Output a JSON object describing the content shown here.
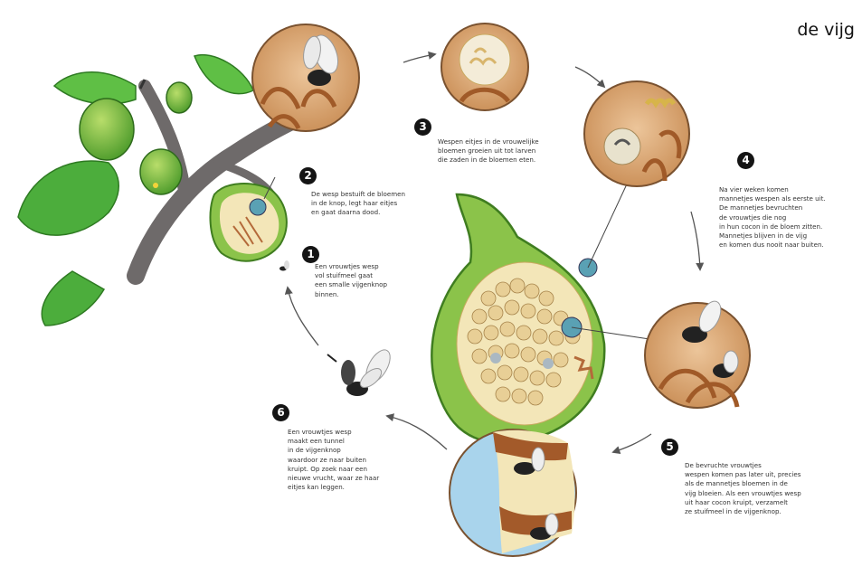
{
  "title": "de vijg",
  "steps": [
    {
      "number": "1",
      "text": "Een vrouwtjes wesp\nvol stuifmeel gaat\neen smalle vijgenknop\nbinnen."
    },
    {
      "number": "2",
      "text": "De wesp bestuift de bloemen\nin de knop, legt haar eitjes\nen gaat daarna dood."
    },
    {
      "number": "3",
      "text": "Wespen eitjes in de vrouwelijke\nbloemen groeien uit tot larven\ndie zaden in de bloemen eten."
    },
    {
      "number": "4",
      "text": "Na vier weken komen\nmannetjes wespen als eerste uit.\nDe mannetjes bevruchten\nde vrouwtjes die nog\nin hun cocon in de bloem zitten.\nMannetjes blijven in de vijg\nen komen dus nooit naar buiten."
    },
    {
      "number": "5",
      "text": "De bevruchte vrouwtjes\nwespen komen pas later uit, precies\nals de mannetjes bloemen in de\nvijg bloeien. Als een vrouwtjes wesp\nuit haar cocon kruipt, verzamelt\nze stuifmeel in de vijgenknop."
    },
    {
      "number": "6",
      "text": "Een vrouwtjes wesp\nmaakt een tunnel\nin de vijgenknop\nwaardoor ze naar buiten\nkruipt. Op zoek naar een\nnieuwe vrucht, waar ze haar\neitjes kan leggen."
    }
  ],
  "colors": {
    "circle_bg": "#d9a877",
    "circle_border": "#7a5230",
    "fig_green": "#7cb342",
    "fig_dark": "#3f7d20",
    "leaf": "#4cad3c",
    "branch": "#6e6a6a",
    "arrow": "#555555",
    "sky": "#a9d4ec"
  }
}
